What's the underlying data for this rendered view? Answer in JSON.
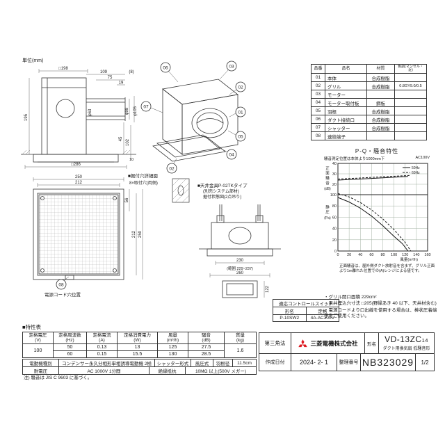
{
  "page": {
    "unit_label": "単位(mm)"
  },
  "side_view": {
    "square_top": "□198",
    "d109": "109",
    "d75": "75",
    "d19": "19",
    "d8": "(8)",
    "phi63": "φ63",
    "phi98": "φ98",
    "phi105": "φ105",
    "h195": "195",
    "d45": "45",
    "d102": "102",
    "d10": "10",
    "square_bottom": "□286"
  },
  "mount_detail": {
    "title": "■据付穴詳細図",
    "note": "8×取付穴(両側)"
  },
  "exploded": {
    "callouts": [
      "06",
      "03",
      "07",
      "02",
      "01",
      "05",
      "04",
      "02"
    ]
  },
  "grille_view": {
    "d250t": "250",
    "d212t": "212",
    "d56": "56",
    "d212r": "212",
    "d250r": "250",
    "cord_label": "電源コード穴位置",
    "callout": "08"
  },
  "bracket": {
    "title": "■天井金具P-02TKタイプ",
    "subtitle1": "(別売システム部材)",
    "subtitle2": "据付状態図(2点吊り)",
    "d230": "230",
    "range": "(範囲 229~237)",
    "d260": "260",
    "d122": "122"
  },
  "parts_table": {
    "headers": [
      "品番",
      "品名",
      "材質",
      "色調(マンセル・近)"
    ],
    "rows": [
      [
        "01",
        "本体",
        "合成樹脂",
        ""
      ],
      [
        "02",
        "グリル",
        "合成樹脂",
        "0.8GY9.0/0.5"
      ],
      [
        "03",
        "モーター",
        "",
        ""
      ],
      [
        "04",
        "モーター取付板",
        "鋼板",
        ""
      ],
      [
        "05",
        "羽根",
        "合成樹脂",
        ""
      ],
      [
        "06",
        "ダクト接続口",
        "合成樹脂",
        ""
      ],
      [
        "07",
        "シャッター",
        "合成樹脂",
        ""
      ],
      [
        "08",
        "速結端子",
        "",
        ""
      ]
    ]
  },
  "chart_data": {
    "type": "line",
    "title": "P-Q・騒音特性",
    "note_left": "騒音測定位置は本体より1000mm下",
    "note_right": "AC100V",
    "legend": [
      {
        "label": "50Hz",
        "dash": false
      },
      {
        "label": "60Hz",
        "dash": true
      }
    ],
    "x_axis": {
      "label": "風量(m³/h)",
      "range": [
        0,
        160
      ],
      "ticks": [
        0,
        20,
        40,
        60,
        80,
        100,
        120,
        140,
        160
      ]
    },
    "noise_axis": {
      "label": "正面騒音",
      "unit": "(dB)",
      "range": [
        10,
        40
      ],
      "ticks": [
        10,
        20,
        30,
        40
      ]
    },
    "pressure_axis": {
      "label": "静圧",
      "unit": "(Pa)",
      "range": [
        0,
        100
      ],
      "ticks": [
        0,
        20,
        40,
        60,
        80,
        100
      ]
    },
    "series": [
      {
        "name": "static-pressure-50Hz",
        "axis": "pressure",
        "dash": false,
        "points": [
          [
            0,
            95
          ],
          [
            20,
            87
          ],
          [
            40,
            76
          ],
          [
            60,
            62
          ],
          [
            80,
            45
          ],
          [
            100,
            26
          ],
          [
            115,
            13
          ],
          [
            125,
            0
          ]
        ]
      },
      {
        "name": "static-pressure-60Hz",
        "axis": "pressure",
        "dash": true,
        "points": [
          [
            0,
            102
          ],
          [
            20,
            96
          ],
          [
            40,
            86
          ],
          [
            60,
            73
          ],
          [
            80,
            57
          ],
          [
            100,
            38
          ],
          [
            120,
            15
          ],
          [
            130,
            0
          ]
        ]
      },
      {
        "name": "noise-50Hz",
        "axis": "noise",
        "dash": false,
        "points": [
          [
            0,
            24
          ],
          [
            40,
            25
          ],
          [
            80,
            26.2
          ],
          [
            125,
            27.5
          ]
        ]
      },
      {
        "name": "noise-60Hz",
        "axis": "noise",
        "dash": true,
        "points": [
          [
            0,
            25
          ],
          [
            40,
            26
          ],
          [
            80,
            27.2
          ],
          [
            130,
            28.5
          ]
        ]
      }
    ],
    "footnote": "正面騒音は、屋外側ダクト放射音を含まず、グリル正面より1m離れた位置での(A)レンジによる値です。"
  },
  "control_switch": {
    "title": "適応コントロールスイッチ",
    "headers": [
      "形名",
      "定格"
    ],
    "model": "P-10SW2",
    "rating": "4A-AC300V"
  },
  "notes": [
    "・グリル開口面積 229cm²",
    "・天井埋込穴寸法 □205(野縁あき 40 以下、天井材含む)",
    "・電源コードより口出線を使用する場合は、棒状圧着端子をご使用ください。"
  ],
  "spec_table": {
    "title": "■特性表",
    "headers": [
      "定格電圧\n(V)",
      "定格周波数\n(Hz)",
      "定格電流\n(A)",
      "定格消費電力\n(W)",
      "風量\n(m³/h)",
      "騒音\n(dB)",
      "質量\n(kg)"
    ],
    "row1": [
      "100",
      "50",
      "0.13",
      "13",
      "125",
      "27.5",
      "1.6"
    ],
    "row2": [
      "60",
      "0.15",
      "15.5",
      "130",
      "28.5"
    ],
    "motor_label": "電動機種別",
    "motor_value": "コンデンサー永久分相形単相誘導電動機 2極",
    "shutter_label": "シャッター形式",
    "shutter_value": "風圧式",
    "blade_label": "羽根径",
    "blade_value": "11.5cm",
    "withstand_label": "耐電圧",
    "withstand_value": "AC 1000V 1分間",
    "insulation_label": "絶縁抵抗",
    "insulation_value": "10MΩ 以上(500V メガー)",
    "note": "注) 騒音は JIS C 9603 に基づく。"
  },
  "title_block": {
    "projection": "第三角法",
    "company": "三菱電機株式会社",
    "model_label": "形名",
    "model_base": "VD-13ZC",
    "model_suffix": "14",
    "model_desc": "ダクト用換気扇 低騒音形",
    "date_label": "作成日付",
    "date": "2024- 2- 1",
    "number_label": "整理番号",
    "number": "NB323029",
    "page": "1/2",
    "logo_color": "#dd1a21"
  }
}
